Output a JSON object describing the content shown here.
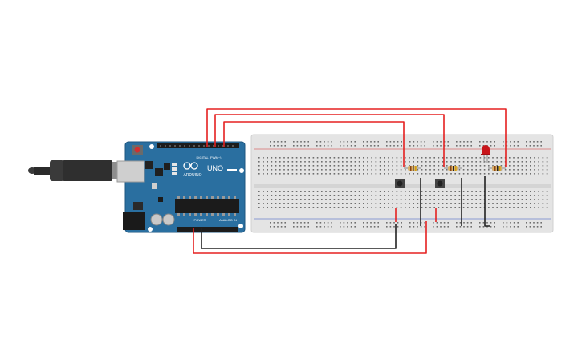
{
  "arduino": {
    "logo_text": "ARDUINO",
    "model": "UNO",
    "digital_label": "DIGITAL (PWM~)",
    "power_label": "POWER",
    "analog_label": "ANALOG IN"
  },
  "colors": {
    "board": "#2a6fa0",
    "board_edge": "#1f5780",
    "breadboard": "#e4e4e4",
    "wire_red": "#e52020",
    "wire_black": "#222222",
    "led": "#c8141a",
    "button_cap": "#333333"
  },
  "components": {
    "resistors": 3,
    "pushbuttons": 2,
    "leds": 1
  }
}
